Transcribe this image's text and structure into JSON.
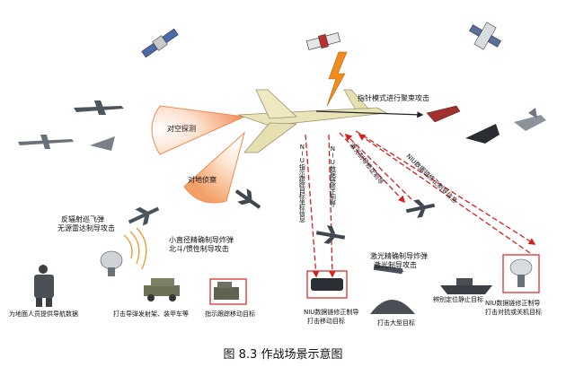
{
  "diagram": {
    "caption": "图 8.3 作战场景示意图",
    "labels": {
      "pointer_attack": "指针模式进行聚束攻击",
      "air_detect": "对空探测",
      "ground_recon": "对地侦察",
      "anti_radiation": "反辐射巡飞弹",
      "anti_radiation_sub": "无源雷达制导攻击",
      "small_bomb": "小直径精确制导炸弹",
      "small_bomb_sub": "北斗/惯性制导攻击",
      "ground_personnel": "为地面人员提供导航数据",
      "launchers": "打击导弹发射架、装甲车等",
      "track_target": "指示跟踪移动目标",
      "niu_track": "NIU指示跟踪目标坐标信息",
      "niu_datalink": "NIU数据链修正制导",
      "laser_guide": "激光制导修正制导",
      "niu_correction": "NIU数据链修正制导信息",
      "laser_bomb": "激光精确制导炸弹",
      "laser_bomb_sub": "激光制导攻击",
      "niu_move": "NIU数据链修正制导",
      "niu_move_sub": "打击移动目标",
      "large_target": "打击大型目标",
      "stationary": "辨别定位静止目标",
      "niu_radar": "NIU数据链修正制导",
      "niu_radar_sub": "打击对抗或关机目标"
    },
    "colors": {
      "cone_outer": "#f4a070",
      "cone_inner": "#ffffff",
      "arrow_red": "#d42020",
      "lightning": "#f08c1e",
      "target_box": "#e03030"
    }
  }
}
